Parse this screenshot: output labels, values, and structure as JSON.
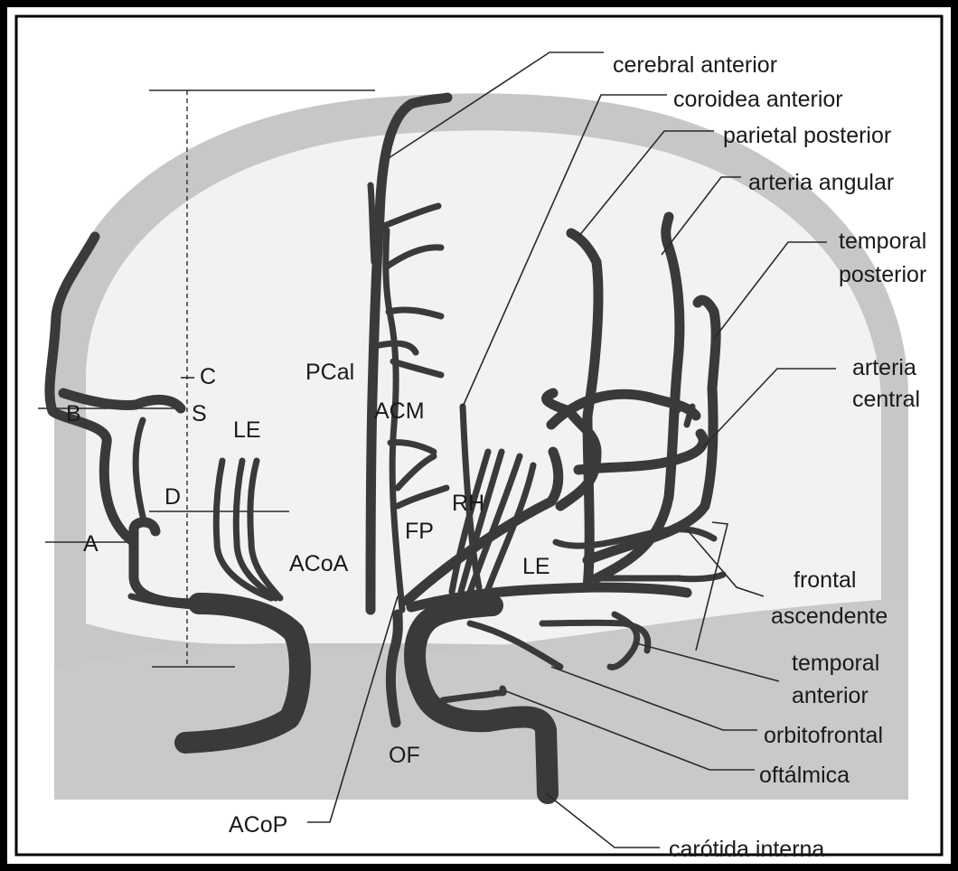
{
  "labels": {
    "cerebral_anterior": "cerebral anterior",
    "coroidea_anterior": "coroidea anterior",
    "parietal_posterior": "parietal posterior",
    "arteria_angular": "arteria angular",
    "temporal_posterior_1": "temporal",
    "temporal_posterior_2": "posterior",
    "arteria_central_1": "arteria",
    "arteria_central_2": "central",
    "frontal_ascendente_1": "frontal",
    "frontal_ascendente_2": "ascendente",
    "temporal_anterior_1": "temporal",
    "temporal_anterior_2": "anterior",
    "orbitofrontal": "orbitofrontal",
    "oftalmica": "oftálmica",
    "carotida_interna": "carótida interna",
    "acop": "ACoP",
    "of": "OF",
    "pcal": "PCal",
    "acm": "ACM",
    "fp": "FP",
    "rh": "RH",
    "le_left": "LE",
    "le_right": "LE",
    "acoa": "ACoA",
    "point_c": "C",
    "point_s": "S",
    "point_b": "B",
    "point_d": "D",
    "point_a": "A"
  },
  "colors": {
    "skull": "#c7c7c7",
    "brain": "#f2f2f2",
    "base": "#c9c9c9",
    "vessel": "#3a3a3a",
    "frame": "#000000"
  }
}
